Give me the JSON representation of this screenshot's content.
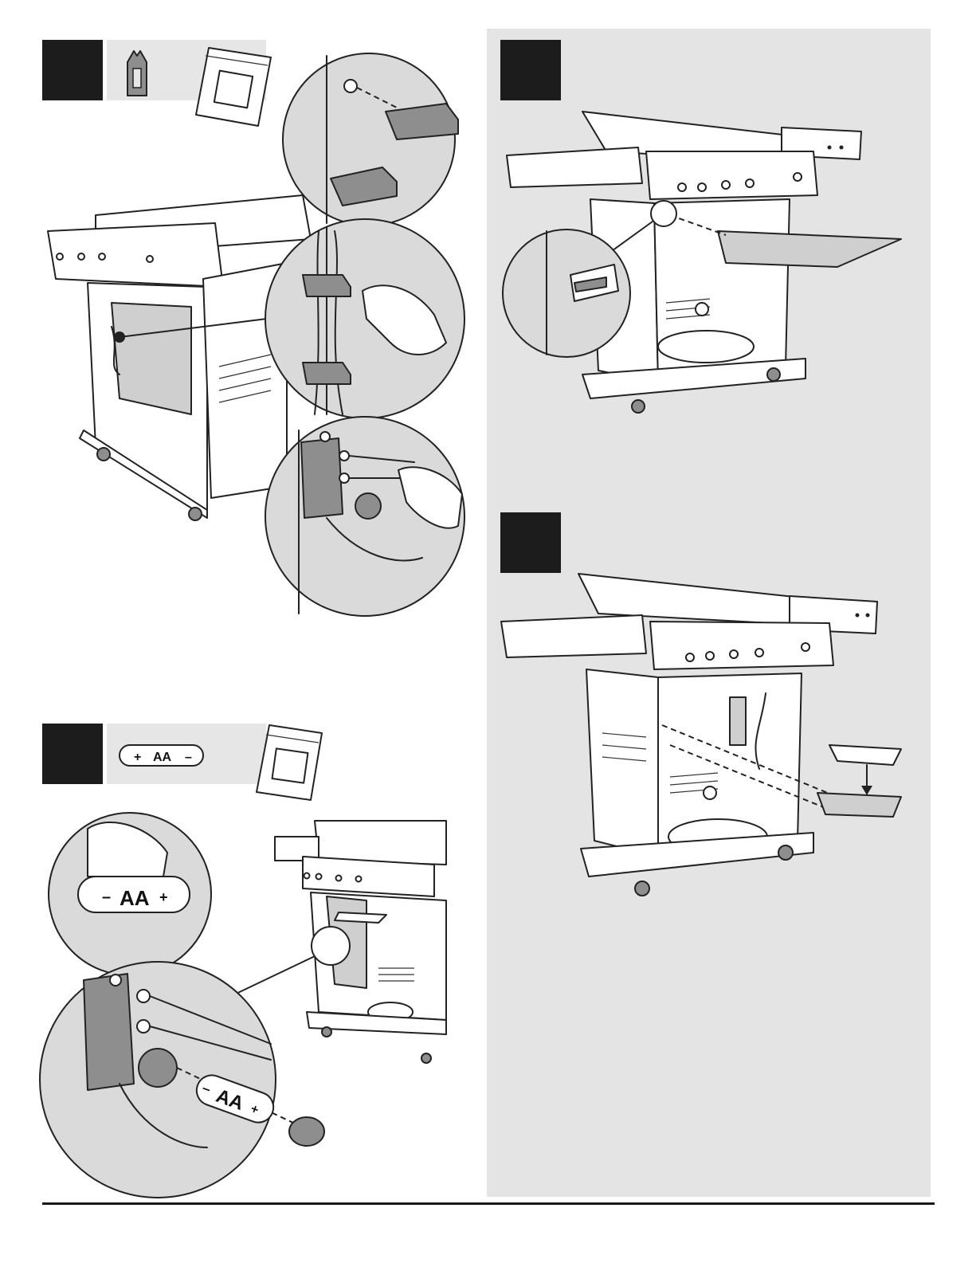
{
  "battery_strip": {
    "plus": "+",
    "label": "AA",
    "minus": "–"
  },
  "battery_zoom": {
    "minus": "–",
    "label": "AA",
    "plus": "+"
  },
  "battery_insert": {
    "minus": "–",
    "label": "AA",
    "plus": "+"
  }
}
